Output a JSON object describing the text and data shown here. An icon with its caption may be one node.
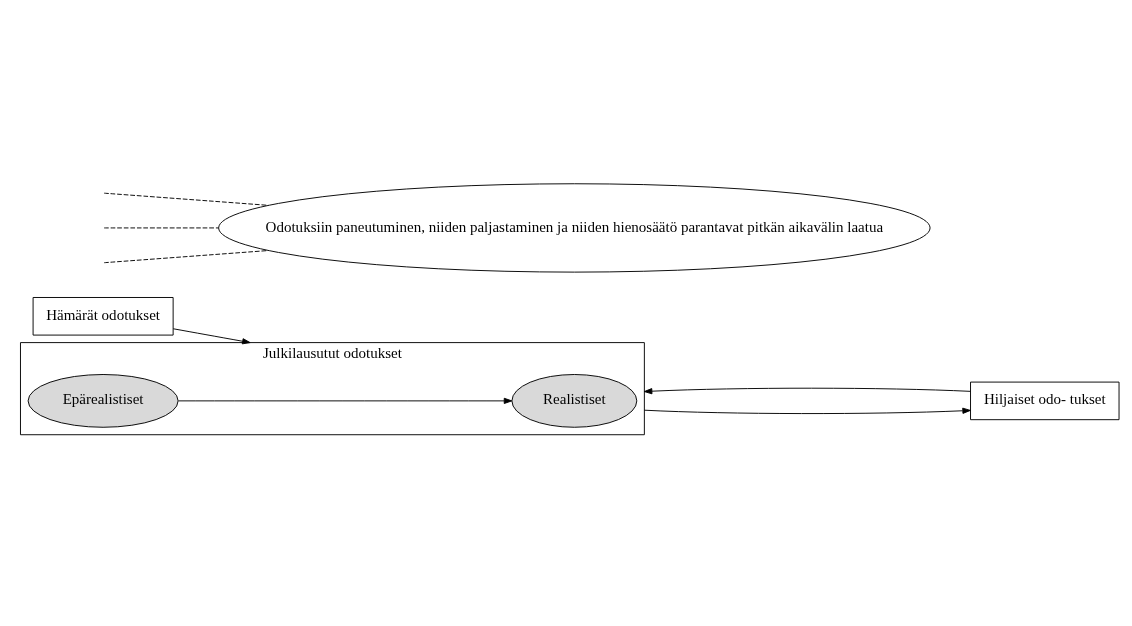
{
  "diagram": {
    "nodes": [
      {
        "text": [
          "Hämärät odotukset"
        ]
      },
      {
        "text": [
          "Julkilausutut odotukset"
        ]
      },
      {
        "text": [
          "Epärealistiset"
        ],
        "in": 1
      },
      {
        "text": [
          "Realistiset"
        ],
        "in": 1
      },
      {
        "text": [
          "Hiljaiset odo- tukset"
        ]
      },
      {
        "text": [
          "Odotuksiin paneutuminen, niiden paljastaminen ja niiden hienosäätö parantavat pitkän aikavälin laatua"
        ]
      }
    ],
    "edges": [
      {
        "from": 0,
        "to": 1,
        "arrow": "to"
      },
      {
        "from": 2,
        "to": 3,
        "arrow": "to"
      },
      {
        "from": 1,
        "to": 4,
        "arrow": "to"
      },
      {
        "from": 4,
        "to": 1,
        "arrow": "to"
      },
      {
        "from": null,
        "to": 5,
        "arrow": "none",
        "style": "dashed"
      },
      {
        "from": null,
        "to": 5,
        "arrow": "none",
        "style": "dashed"
      },
      {
        "from": null,
        "to": 5,
        "arrow": "none",
        "style": "dashed"
      }
    ]
  }
}
